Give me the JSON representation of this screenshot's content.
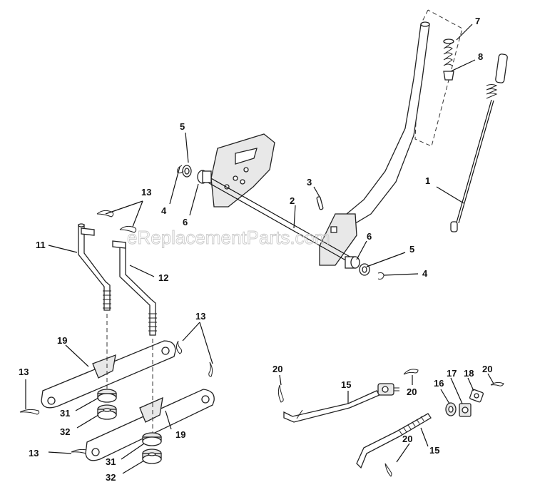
{
  "watermark": "eReplacementParts.com",
  "callouts": [
    {
      "id": "c7",
      "label": "7"
    },
    {
      "id": "c8",
      "label": "8"
    },
    {
      "id": "c1",
      "label": "1"
    },
    {
      "id": "c5a",
      "label": "5"
    },
    {
      "id": "c4a",
      "label": "4"
    },
    {
      "id": "c6a",
      "label": "6"
    },
    {
      "id": "c3",
      "label": "3"
    },
    {
      "id": "c2",
      "label": "2"
    },
    {
      "id": "c6b",
      "label": "6"
    },
    {
      "id": "c5b",
      "label": "5"
    },
    {
      "id": "c4b",
      "label": "4"
    },
    {
      "id": "c13a",
      "label": "13"
    },
    {
      "id": "c11",
      "label": "11"
    },
    {
      "id": "c12",
      "label": "12"
    },
    {
      "id": "c13b",
      "label": "13"
    },
    {
      "id": "c19a",
      "label": "19"
    },
    {
      "id": "c13c",
      "label": "13"
    },
    {
      "id": "c31a",
      "label": "31"
    },
    {
      "id": "c32a",
      "label": "32"
    },
    {
      "id": "c19b",
      "label": "19"
    },
    {
      "id": "c13d",
      "label": "13"
    },
    {
      "id": "c31b",
      "label": "31"
    },
    {
      "id": "c32b",
      "label": "32"
    },
    {
      "id": "c20a",
      "label": "20"
    },
    {
      "id": "c15a",
      "label": "15"
    },
    {
      "id": "c20b",
      "label": "20"
    },
    {
      "id": "c16",
      "label": "16"
    },
    {
      "id": "c17",
      "label": "17"
    },
    {
      "id": "c18",
      "label": "18"
    },
    {
      "id": "c20c",
      "label": "20"
    },
    {
      "id": "c20d",
      "label": "20"
    },
    {
      "id": "c15b",
      "label": "15"
    }
  ]
}
